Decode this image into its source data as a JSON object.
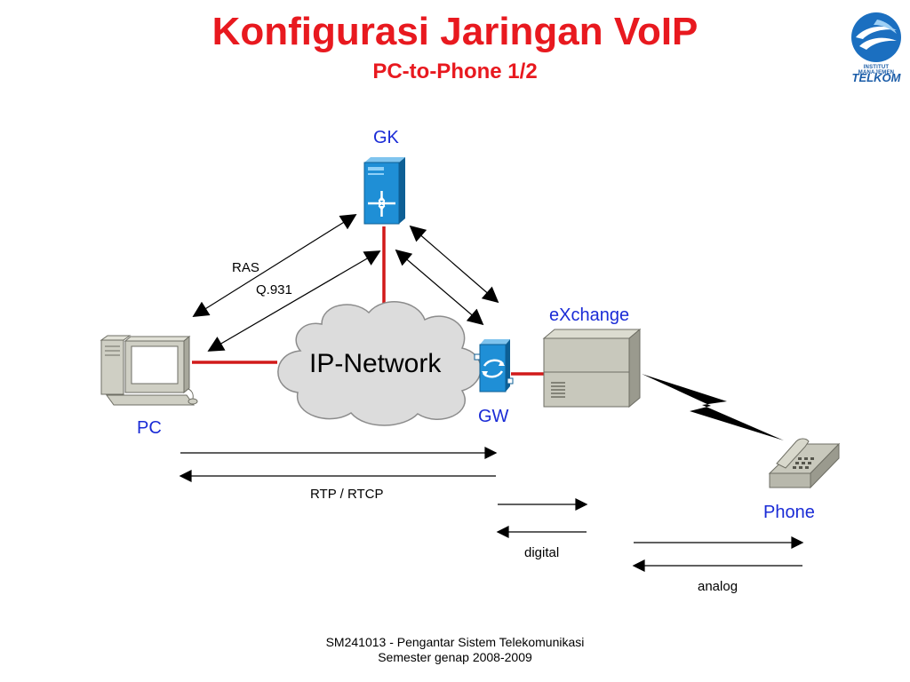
{
  "slide": {
    "title": "Konfigurasi Jaringan VoIP",
    "subtitle": "PC-to-Phone 1/2"
  },
  "logo": {
    "line1": "INSTITUT MANAJEMEN",
    "line2": "TELKOM"
  },
  "nodes": {
    "gk": "GK",
    "pc": "PC",
    "gw": "GW",
    "exchange": "eXchange",
    "phone": "Phone",
    "network": "IP-Network"
  },
  "links": {
    "ras": "RAS",
    "q931": "Q.931",
    "rtp": "RTP / RTCP",
    "digital": "digital",
    "analog": "analog"
  },
  "footer": {
    "line1": "SM241013 - Pengantar Sistem Telekomunikasi",
    "line2": "Semester genap 2008-2009"
  },
  "colors": {
    "title": "#e8191f",
    "node_label": "#1a2bd6",
    "red_link": "#d11a1a",
    "device_blue": "#1f8fd6",
    "cloud_fill": "#dcdcdc"
  }
}
